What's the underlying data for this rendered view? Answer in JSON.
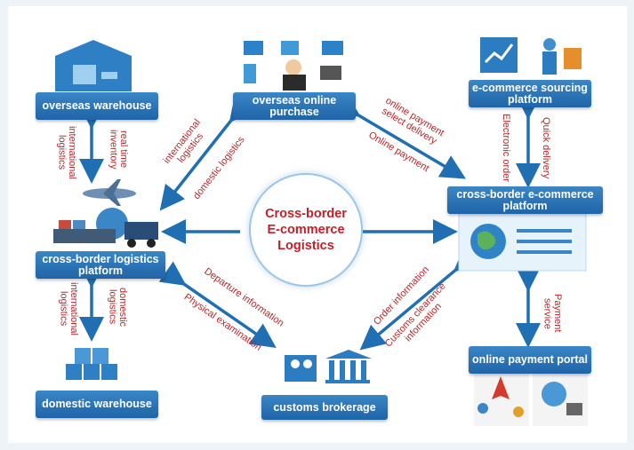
{
  "center": {
    "line1": "Cross-border",
    "line2": "E-commerce",
    "line3": "Logistics"
  },
  "nodes": {
    "overseas_warehouse": "overseas warehouse",
    "overseas_online_purchase": "overseas online purchase",
    "ecommerce_sourcing_platform": "e-commerce sourcing platform",
    "cross_border_ecommerce_platform": "cross-border e-commerce platform",
    "cross_border_logistics_platform": "cross-border logistics platform",
    "domestic_warehouse": "domestic warehouse",
    "customs_brokerage": "customs brokerage",
    "online_payment_portal": "online payment portal"
  },
  "edge_labels": {
    "international_logistics_left": "international logistics",
    "real_time_inventory": "real time inventory",
    "international_logistics_diag": "international logistics",
    "domestic_logistics_diag": "domestic logistics",
    "online_payment_select_delivery": "online payment select delivery",
    "online_payment": "Online payment",
    "electronic_order": "Electronic order",
    "quick_delivery": "Quick delivery",
    "international_logistics_lower": "international logistics",
    "domestic_logistics_lower": "domestic logistics",
    "departure_information": "Departure information",
    "physical_examination": "Physical examination",
    "order_information": "Order information",
    "customs_clearance_information": "Customs clearance information",
    "payment_service": "Payment service"
  },
  "colors": {
    "box": "#2a74b8",
    "arrow": "#1f6fb2",
    "label": "#b8272a",
    "center_text": "#c3202a"
  }
}
